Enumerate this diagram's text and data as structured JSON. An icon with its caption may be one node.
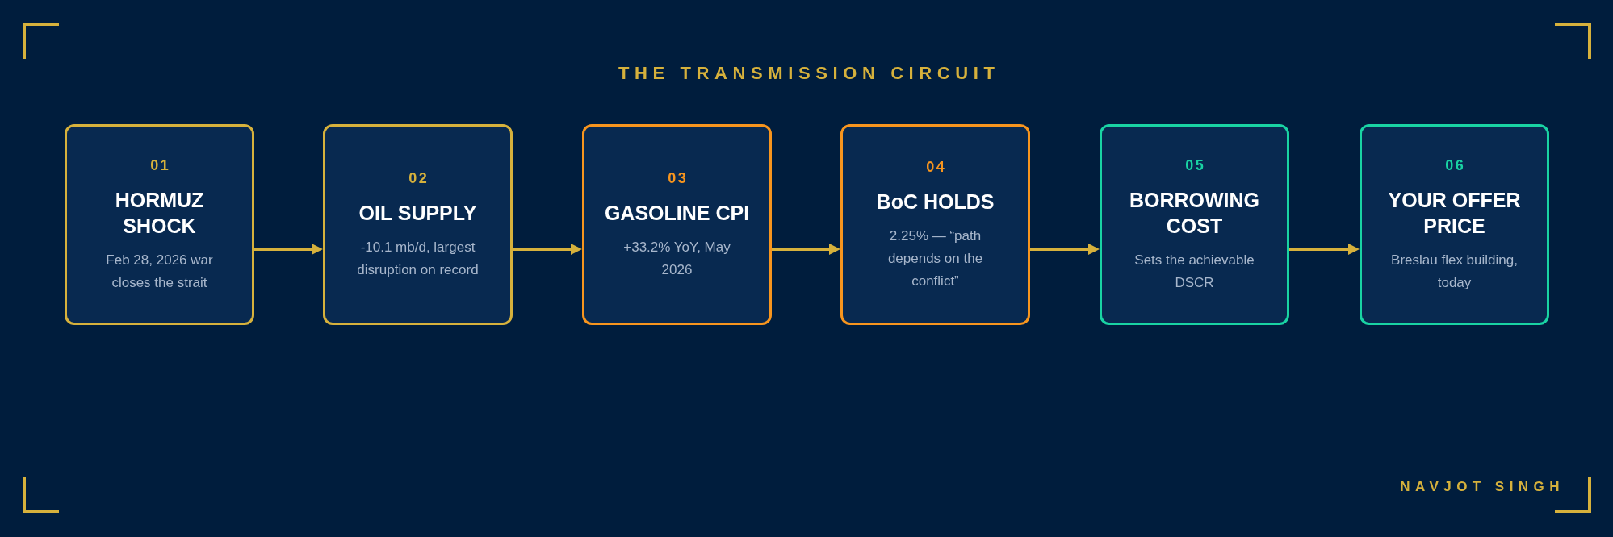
{
  "diagram": {
    "title": "THE TRANSMISSION CIRCUIT",
    "nodes": [
      {
        "text": [
          "01",
          "HORMUZ SHOCK",
          "Feb 28, 2026 war closes the strait"
        ]
      },
      {
        "text": [
          "02",
          "OIL SUPPLY",
          "-10.1 mb/d, largest disruption on record"
        ]
      },
      {
        "text": [
          "03",
          "GASOLINE CPI",
          "+33.2% YoY, May 2026"
        ]
      },
      {
        "text": [
          "04",
          "BoC HOLDS",
          "2.25% — “path depends on the conflict”"
        ]
      },
      {
        "text": [
          "05",
          "BORROWING COST",
          "Sets the achievable DSCR"
        ]
      },
      {
        "text": [
          "06",
          "YOUR OFFER PRICE",
          "Breslau flex building, today"
        ]
      }
    ],
    "edges": [
      {
        "from": 0,
        "to": 1,
        "arrow": "to"
      },
      {
        "from": 1,
        "to": 2,
        "arrow": "to"
      },
      {
        "from": 2,
        "to": 3,
        "arrow": "to"
      },
      {
        "from": 3,
        "to": 4,
        "arrow": "to"
      },
      {
        "from": 4,
        "to": 5,
        "arrow": "to"
      }
    ],
    "labels": [
      "NAVJOT SINGH"
    ]
  }
}
